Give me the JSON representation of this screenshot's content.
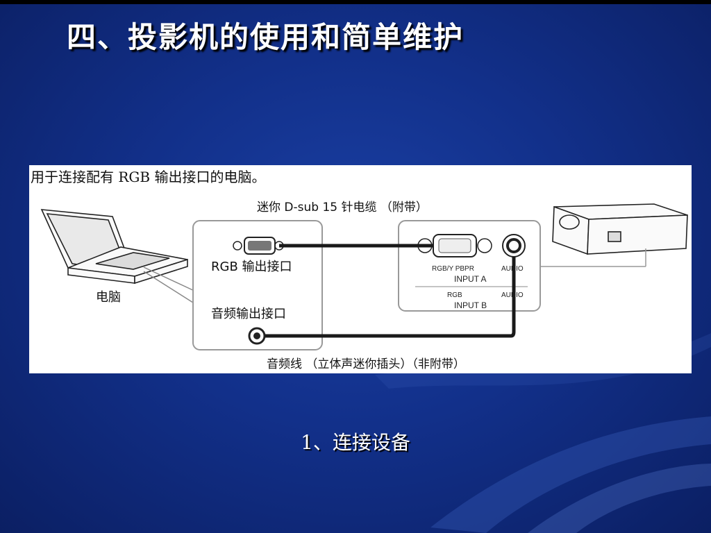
{
  "slide": {
    "title": "四、投影机的使用和简单维护",
    "caption": "1、连接设备"
  },
  "diagram": {
    "header_text": "用于连接配有 RGB 输出接口的电脑。",
    "cable_top_label": "迷你 D-sub 15 针电缆 （附带）",
    "cable_bottom_label": "音频线 （立体声迷你插头）（非附带）",
    "computer_label": "电脑",
    "rgb_out_label": "RGB 输出接口",
    "audio_out_label": "音频输出接口",
    "port_rgb_ypbpr": "RGB/Y PBPR",
    "port_audio_a": "AUDIO",
    "input_a": "INPUT A",
    "port_rgb": "RGB",
    "port_audio_b": "AUDIO",
    "input_b": "INPUT B"
  },
  "colors": {
    "background": "#12308a",
    "title_text": "#ffffff",
    "diagram_bg": "#ffffff",
    "cable": "#1a1a1a"
  }
}
